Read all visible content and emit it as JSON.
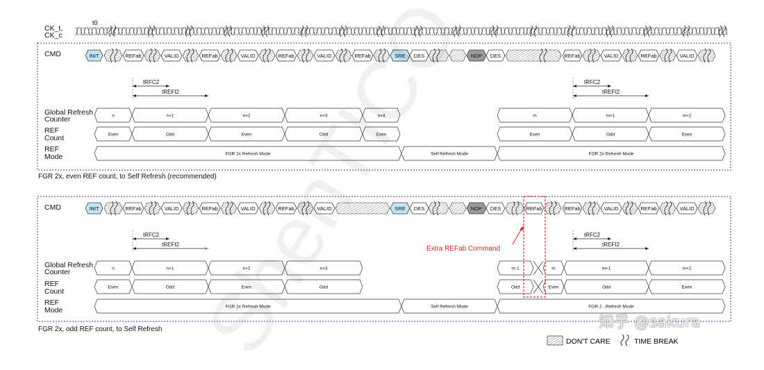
{
  "clock": {
    "labels": [
      "CK_t,",
      "CK_c"
    ],
    "t0": "t0"
  },
  "row_labels": {
    "cmd": "CMD",
    "global_refresh_counter": [
      "Global Refresh",
      "Counter"
    ],
    "ref_count": [
      "REF",
      "Count"
    ],
    "ref_mode": [
      "REF",
      "Mode"
    ]
  },
  "panels": [
    {
      "caption": "FGR 2x, even REF count, to Self Refresh (recommended)",
      "cmds": [
        "INIT",
        "REFab",
        "VALID",
        "REFab",
        "VALID",
        "REFab",
        "VALID",
        "REFab",
        "VALID",
        "SRE",
        "DES",
        "NOP",
        "DES",
        "REFab",
        "VALID",
        "REFab",
        "VALID"
      ],
      "timing": {
        "trfc2": "tRFC2",
        "trefi2": "tREFI2"
      },
      "counter": [
        "n",
        "n+1",
        "n+2",
        "n+3",
        "n+4",
        "m",
        "m+1",
        "m+2"
      ],
      "refcount": [
        "Even",
        "Odd",
        "Even",
        "Odd",
        "Even",
        "Even",
        "Odd",
        "Even"
      ],
      "mode": [
        "FGR 2x Refresh Mode",
        "Self Refresh Mode",
        "FGR 2x Refresh Mode"
      ]
    },
    {
      "caption": "FGR 2x, odd REF count, to Self Refresh",
      "cmds": [
        "INIT",
        "REFab",
        "VALID",
        "REFab",
        "VALID",
        "REFab",
        "VALID",
        "SRE",
        "DES",
        "NOP",
        "DES",
        "REFab",
        "REFab",
        "VALID",
        "REFab",
        "VALID"
      ],
      "timing": {
        "trfc2": "tRFC2",
        "trefi2": "tREFI2"
      },
      "counter": [
        "n",
        "n+1",
        "n+2",
        "n+3",
        "m-1",
        "m",
        "m+1",
        "m+2"
      ],
      "refcount": [
        "Even",
        "Odd",
        "Even",
        "Odd",
        "Odd",
        "Even",
        "Odd",
        "Even"
      ],
      "mode": [
        "FGR 2x Refresh Mode",
        "Self Refresh Mode",
        "FGR 2 : Refresh Mode"
      ],
      "annotation": "Extra REFab Command"
    }
  ],
  "legend": {
    "dont_care": "DON'T CARE",
    "time_break": "TIME BREAK"
  },
  "watermark": {
    "text": "ShenTICO Semi",
    "brand": "知乎 @sakura"
  },
  "colors": {
    "highlight": "#bfe6f2",
    "nop": "#9a9a9a",
    "red": "#d8262a",
    "border": "#3344aa"
  }
}
